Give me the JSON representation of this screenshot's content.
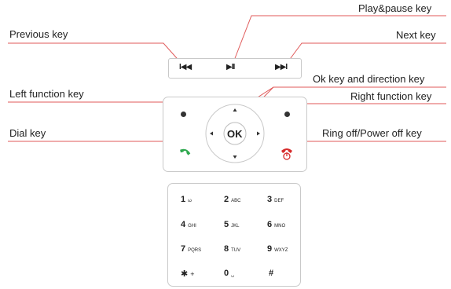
{
  "labels": {
    "previous": "Previous key",
    "play_pause": "Play&pause key",
    "next": "Next key",
    "ok_direction": "Ok key and direction key",
    "left_function": "Left function key",
    "right_function": "Right function key",
    "dial": "Dial key",
    "ring_off": "Ring off/Power off key"
  },
  "media_keys": {
    "previous_symbol": "I◀◀",
    "play_symbol": "▶II",
    "next_symbol": "▶▶I"
  },
  "ok_button": "OK",
  "keypad": [
    {
      "main": "1",
      "sub": "ω"
    },
    {
      "main": "2",
      "sub": "ABC"
    },
    {
      "main": "3",
      "sub": "DEF"
    },
    {
      "main": "4",
      "sub": "GHI"
    },
    {
      "main": "5",
      "sub": "JKL"
    },
    {
      "main": "6",
      "sub": "MNO"
    },
    {
      "main": "7",
      "sub": "PQRS"
    },
    {
      "main": "8",
      "sub": "TUV"
    },
    {
      "main": "9",
      "sub": "WXYZ"
    },
    {
      "main": "✱",
      "sub": "+"
    },
    {
      "main": "0",
      "sub": "␣"
    },
    {
      "main": "#",
      "sub": ""
    }
  ],
  "colors": {
    "leader_line": "#e05a5a",
    "dial_icon": "#2fa84f",
    "end_icon": "#d62b2b",
    "panel_border": "#c9c9c9"
  }
}
